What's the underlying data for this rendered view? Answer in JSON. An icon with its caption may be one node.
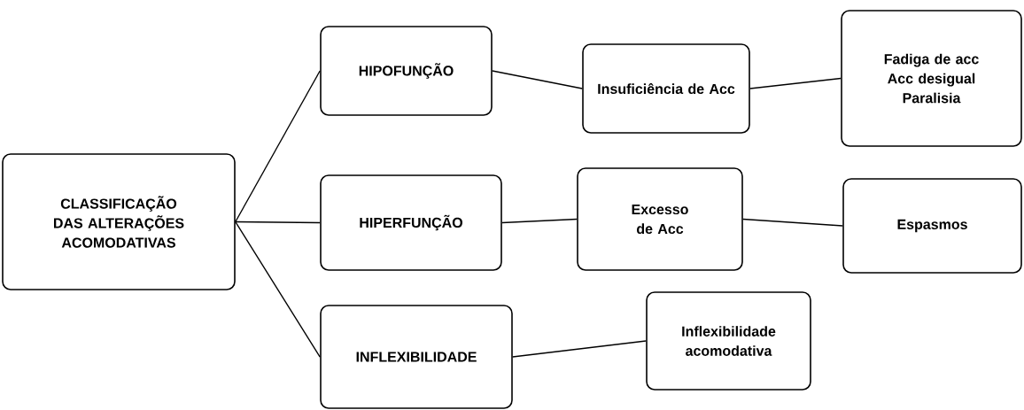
{
  "diagram": {
    "nodes": [
      {
        "text": [
          "CLASSIFICAÇÃO DAS ALTERAÇÕES ACOMODATIVAS"
        ]
      },
      {
        "text": [
          "HIPOFUNÇÃO"
        ]
      },
      {
        "text": [
          "Insuficiência de Acc"
        ]
      },
      {
        "text": [
          "Fadiga de acc",
          "Acc desigual",
          "Paralisia"
        ]
      },
      {
        "text": [
          "HIPERFUNÇÃO"
        ]
      },
      {
        "text": [
          "Excesso de Acc"
        ]
      },
      {
        "text": [
          "Espasmos"
        ]
      },
      {
        "text": [
          "INFLEXIBILIDADE"
        ]
      },
      {
        "text": [
          "Inflexibilidade acomodativa"
        ]
      }
    ],
    "edges": [
      {
        "from": 0,
        "to": 1,
        "arrow": "none"
      },
      {
        "from": 0,
        "to": 4,
        "arrow": "none"
      },
      {
        "from": 0,
        "to": 7,
        "arrow": "none"
      },
      {
        "from": 1,
        "to": 2,
        "arrow": "none"
      },
      {
        "from": 2,
        "to": 3,
        "arrow": "none"
      },
      {
        "from": 4,
        "to": 5,
        "arrow": "none"
      },
      {
        "from": 5,
        "to": 6,
        "arrow": "none"
      },
      {
        "from": 7,
        "to": 8,
        "arrow": "none"
      }
    ]
  }
}
